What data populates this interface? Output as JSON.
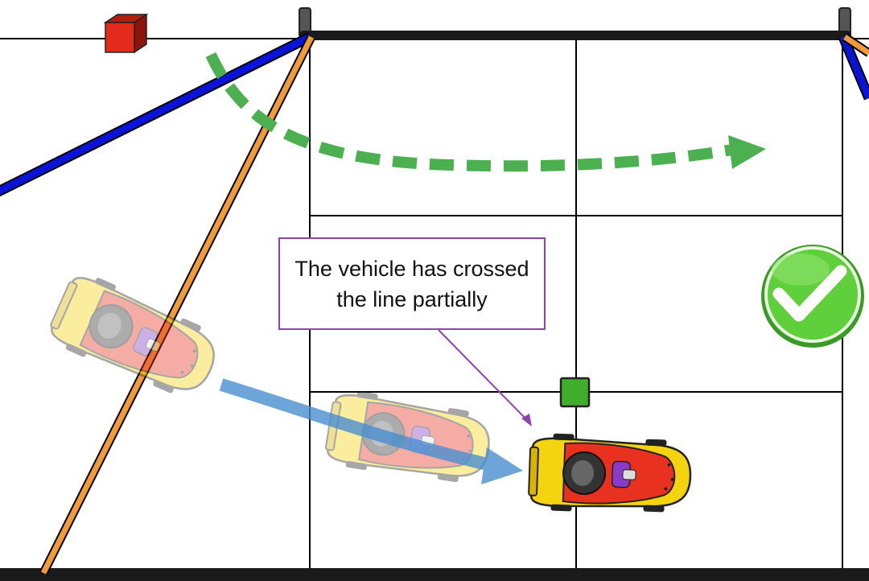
{
  "callout": {
    "line1": "The vehicle has crossed",
    "line2": "the line partially"
  },
  "colors": {
    "background": "#ffffff",
    "grid_line": "#000000",
    "boundary_bar": "#1a1a1a",
    "blue_line": "#0a14d8",
    "orange_line": "#f09a3a",
    "green_dashed_arrow": "#4caf50",
    "blue_motion_arrow": "#4a8fd0",
    "callout_border": "#8e44ad",
    "red_marker": "#e32b1c",
    "green_marker": "#3fae2a",
    "check_badge": "#5fd03b",
    "car_body": "#f4d40e",
    "car_cabin": "#e8321f"
  },
  "icons": [
    "red-cube-marker-icon",
    "green-square-marker-icon",
    "checkmark-badge-icon",
    "car-icon"
  ],
  "status": {
    "check_result": "success"
  }
}
